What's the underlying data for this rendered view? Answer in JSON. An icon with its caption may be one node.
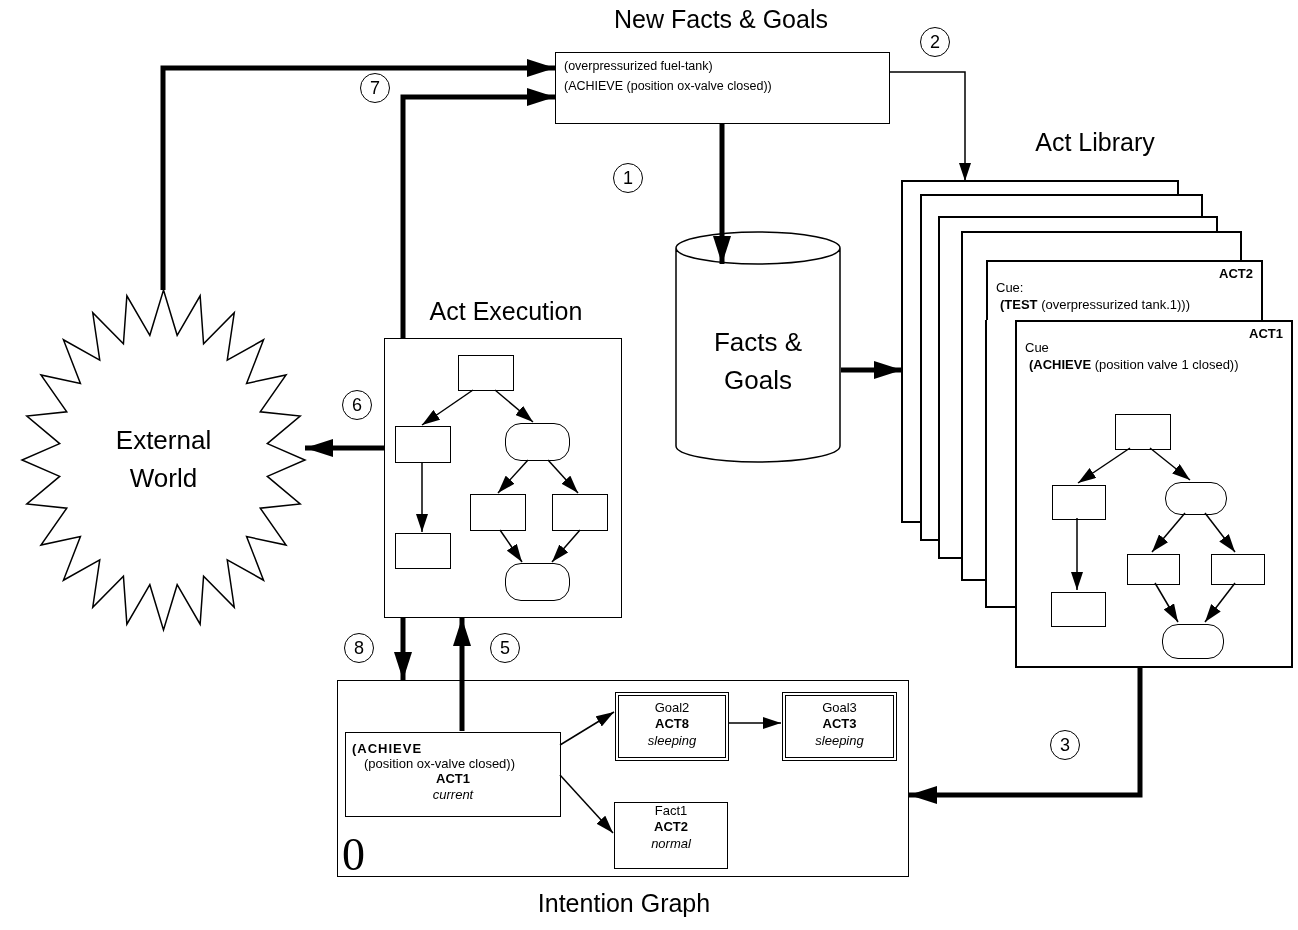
{
  "diagram": {
    "nodes": [
      {
        "text": [
          "New Facts & Goals",
          "(overpressurized fuel-tank)",
          "(ACHIEVE (position ox-valve closed))"
        ]
      },
      {
        "text": [
          "Facts & Goals"
        ]
      },
      {
        "text": [
          "Act Library"
        ]
      },
      {
        "text": [
          "ACT2",
          "Cue:",
          "**(TEST** (overpressurized tank.1)))"
        ],
        "in": 2
      },
      {
        "text": [
          "ACT1",
          "Cue",
          "**(ACHIEVE** (position valve 1 closed))"
        ],
        "in": 2
      },
      {
        "text": [],
        "shape": "box",
        "in": 4
      },
      {
        "text": [],
        "shape": "box",
        "in": 4
      },
      {
        "text": [],
        "shape": "rounded",
        "in": 4
      },
      {
        "text": [],
        "shape": "box",
        "in": 4
      },
      {
        "text": [],
        "shape": "box",
        "in": 4
      },
      {
        "text": [],
        "shape": "box",
        "in": 4
      },
      {
        "text": [],
        "shape": "rounded",
        "in": 4
      },
      {
        "text": [
          "Act Execution"
        ]
      },
      {
        "text": [],
        "shape": "box",
        "in": 12
      },
      {
        "text": [],
        "shape": "box",
        "in": 12
      },
      {
        "text": [],
        "shape": "rounded",
        "in": 12
      },
      {
        "text": [],
        "shape": "box",
        "in": 12
      },
      {
        "text": [],
        "shape": "box",
        "in": 12
      },
      {
        "text": [],
        "shape": "box",
        "in": 12
      },
      {
        "text": [],
        "shape": "rounded",
        "in": 12
      },
      {
        "text": [
          "External World"
        ]
      },
      {
        "text": [
          "Intention Graph"
        ]
      },
      {
        "text": [
          "(ACHIEVE",
          "(position ox-valve closed))",
          "ACT1",
          "current"
        ],
        "in": 21
      },
      {
        "text": [
          "Goal2",
          "ACT8",
          "sleeping"
        ],
        "in": 21
      },
      {
        "text": [
          "Goal3",
          "ACT3",
          "sleeping"
        ],
        "in": 21
      },
      {
        "text": [
          "Fact1",
          "ACT2",
          "normal"
        ],
        "in": 21
      }
    ],
    "edges": [
      {
        "from": 20,
        "to": 0,
        "arrow": "to",
        "style": "thick"
      },
      {
        "from": 12,
        "to": 0,
        "arrow": "to",
        "style": "thick"
      },
      {
        "from": 0,
        "to": 1,
        "arrow": "to",
        "style": "thick"
      },
      {
        "from": 0,
        "to": 2,
        "arrow": "to"
      },
      {
        "from": 1,
        "to": 2,
        "arrow": "to",
        "style": "thick"
      },
      {
        "from": 12,
        "to": 20,
        "arrow": "to",
        "style": "thick"
      },
      {
        "from": 12,
        "to": 21,
        "arrow": "to",
        "style": "thick"
      },
      {
        "from": 22,
        "to": 12,
        "arrow": "to",
        "style": "thick"
      },
      {
        "from": 4,
        "to": 21,
        "arrow": "to",
        "style": "thick"
      },
      {
        "from": 22,
        "to": 23,
        "arrow": "to"
      },
      {
        "from": 22,
        "to": 25,
        "arrow": "to"
      },
      {
        "from": 23,
        "to": 24,
        "arrow": "to"
      },
      {
        "from": 13,
        "to": 14,
        "arrow": "to"
      },
      {
        "from": 13,
        "to": 15,
        "arrow": "to"
      },
      {
        "from": 14,
        "to": 16,
        "arrow": "to"
      },
      {
        "from": 15,
        "to": 17,
        "arrow": "to"
      },
      {
        "from": 15,
        "to": 18,
        "arrow": "to"
      },
      {
        "from": 17,
        "to": 19,
        "arrow": "to"
      },
      {
        "from": 18,
        "to": 19,
        "arrow": "to"
      },
      {
        "from": 5,
        "to": 6,
        "arrow": "to"
      },
      {
        "from": 5,
        "to": 7,
        "arrow": "to"
      },
      {
        "from": 6,
        "to": 8,
        "arrow": "to"
      },
      {
        "from": 7,
        "to": 9,
        "arrow": "to"
      },
      {
        "from": 7,
        "to": 10,
        "arrow": "to"
      },
      {
        "from": 9,
        "to": 11,
        "arrow": "to"
      },
      {
        "from": 10,
        "to": 11,
        "arrow": "to"
      }
    ],
    "labels": [
      "2",
      "7",
      "1",
      "6",
      "8",
      "5",
      "3",
      "0"
    ]
  }
}
